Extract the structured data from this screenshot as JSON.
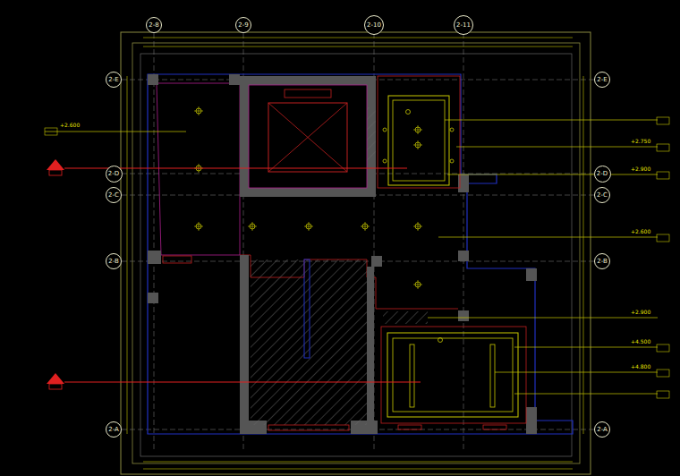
{
  "diagram": {
    "nodes": [
      {
        "text": [
          "2-8"
        ]
      },
      {
        "text": [
          "2-9"
        ]
      },
      {
        "text": [
          "2-10"
        ]
      },
      {
        "text": [
          "2-11"
        ]
      },
      {
        "text": [
          "2-E"
        ]
      },
      {
        "text": [
          "2-D"
        ]
      },
      {
        "text": [
          "2-C"
        ]
      },
      {
        "text": [
          "2-B"
        ]
      },
      {
        "text": [
          "2-A"
        ]
      },
      {
        "text": [
          "2-E"
        ]
      },
      {
        "text": [
          "2-D"
        ]
      },
      {
        "text": [
          "2-C"
        ]
      },
      {
        "text": [
          "2-B"
        ]
      },
      {
        "text": [
          "2-A"
        ]
      }
    ],
    "labels": [
      "+2.600",
      "+2.750",
      "+2.900",
      "+2.600",
      "+2.900",
      "+4.500",
      "+4.800"
    ]
  }
}
